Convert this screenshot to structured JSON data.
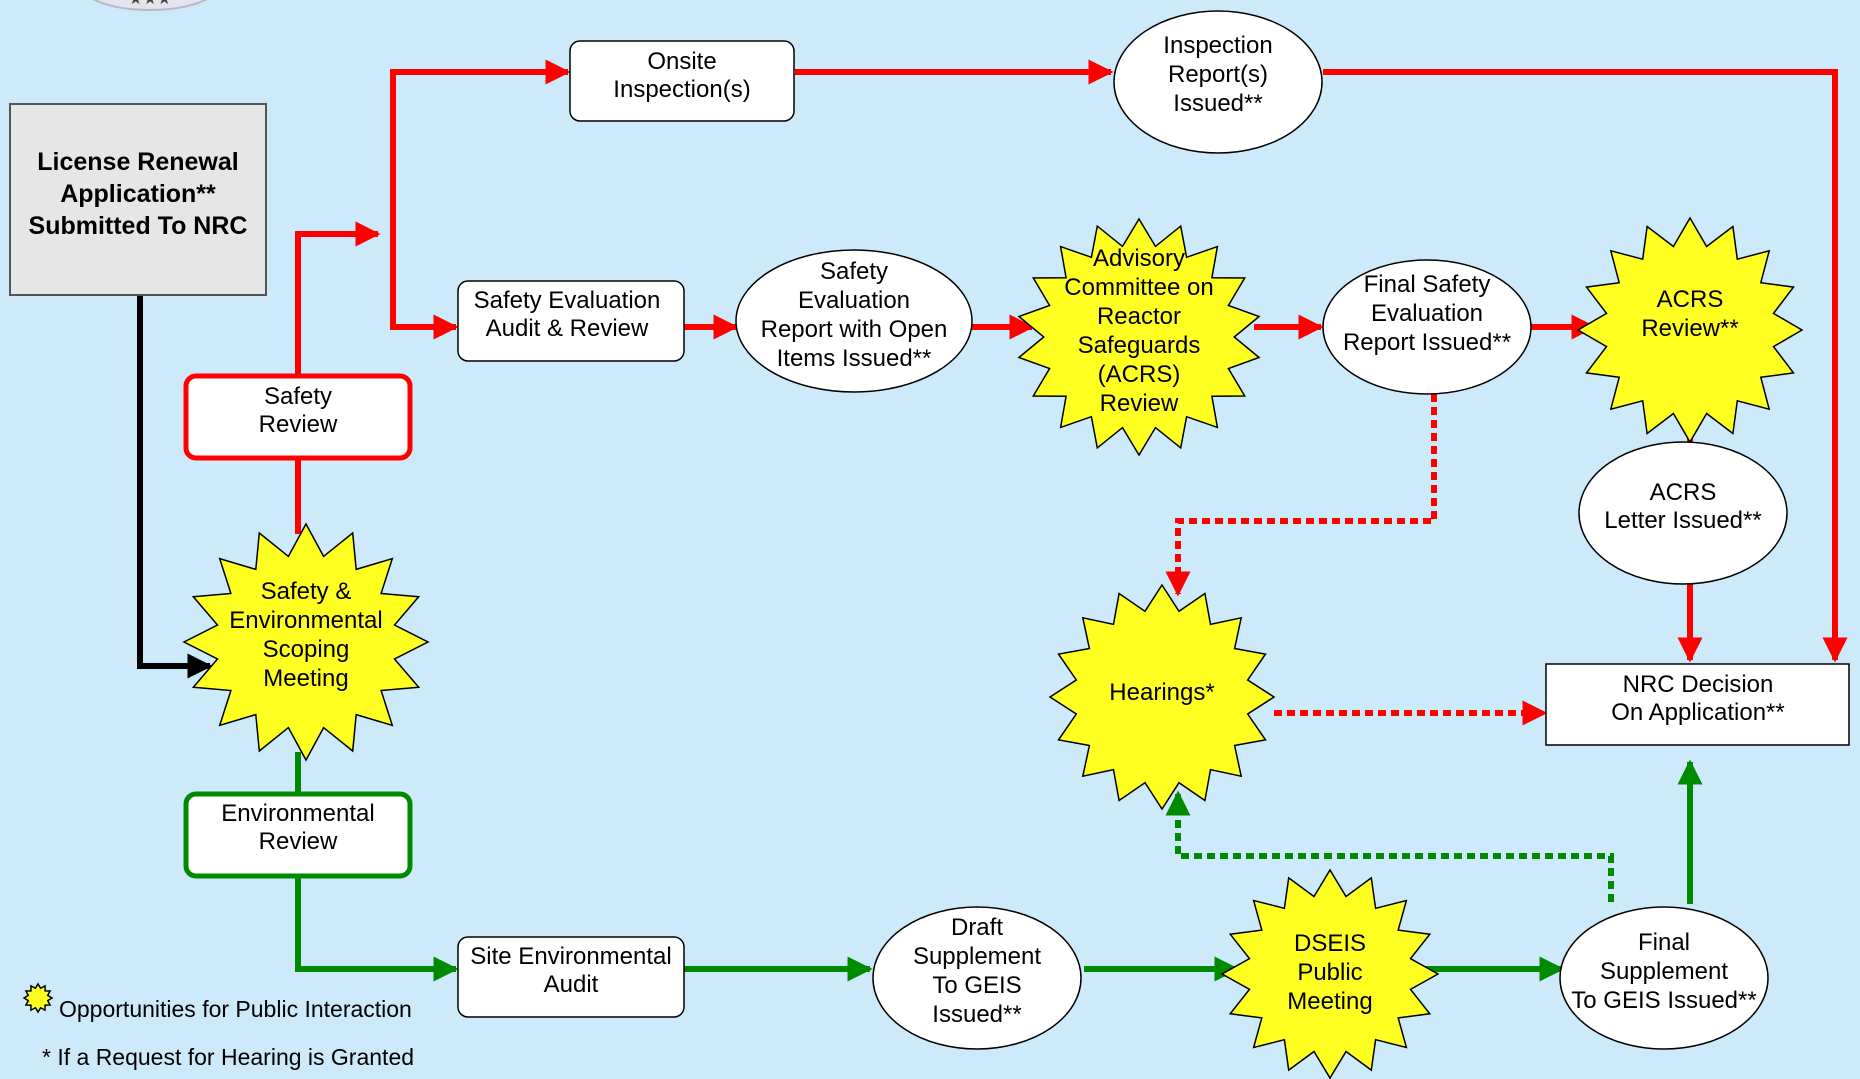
{
  "colors": {
    "background": "#cdeafb",
    "safety_path": "#ff0000",
    "environmental_path": "#008a00",
    "start_path": "#000000",
    "public_interaction": "#ffff22",
    "box_fill": "#ffffff",
    "start_box_fill": "#e6e6e6"
  },
  "nodes": {
    "application": [
      "License Renewal",
      "Application**",
      "Submitted To NRC"
    ],
    "safety_review": [
      "Safety",
      "Review"
    ],
    "environmental_review": [
      "Environmental",
      "Review"
    ],
    "scoping_meeting": [
      "Safety &",
      "Environmental",
      "Scoping",
      "Meeting"
    ],
    "onsite_inspection": [
      "Onsite",
      "Inspection(s)"
    ],
    "inspection_report": [
      "Inspection",
      "Report(s)",
      "Issued**"
    ],
    "safety_evaluation_audit": [
      "Safety Evaluation",
      "Audit & Review"
    ],
    "ser_open_items": [
      "Safety",
      "Evaluation",
      "Report with Open",
      "Items Issued**"
    ],
    "acrs_committee": [
      "Advisory",
      "Committee on",
      "Reactor",
      "Safeguards",
      "(ACRS)",
      "Review"
    ],
    "final_ser": [
      "Final Safety",
      "Evaluation",
      "Report Issued**"
    ],
    "acrs_review": [
      "ACRS",
      "Review**"
    ],
    "acrs_letter": [
      "ACRS",
      "Letter Issued**"
    ],
    "hearings": [
      "Hearings*"
    ],
    "nrc_decision": [
      "NRC Decision",
      "On Application**"
    ],
    "site_environmental_audit": [
      "Site Environmental",
      "Audit"
    ],
    "draft_supplement": [
      "Draft",
      "Supplement",
      "To GEIS",
      "Issued**"
    ],
    "dseis_meeting": [
      "DSEIS",
      "Public",
      "Meeting"
    ],
    "final_supplement": [
      "Final",
      "Supplement",
      "To GEIS Issued**"
    ]
  },
  "legend": {
    "public_interaction_icon": "starburst-icon",
    "public_interaction": "Opportunities for Public Interaction",
    "hearing_note": "* If a Request for Hearing is Granted"
  }
}
